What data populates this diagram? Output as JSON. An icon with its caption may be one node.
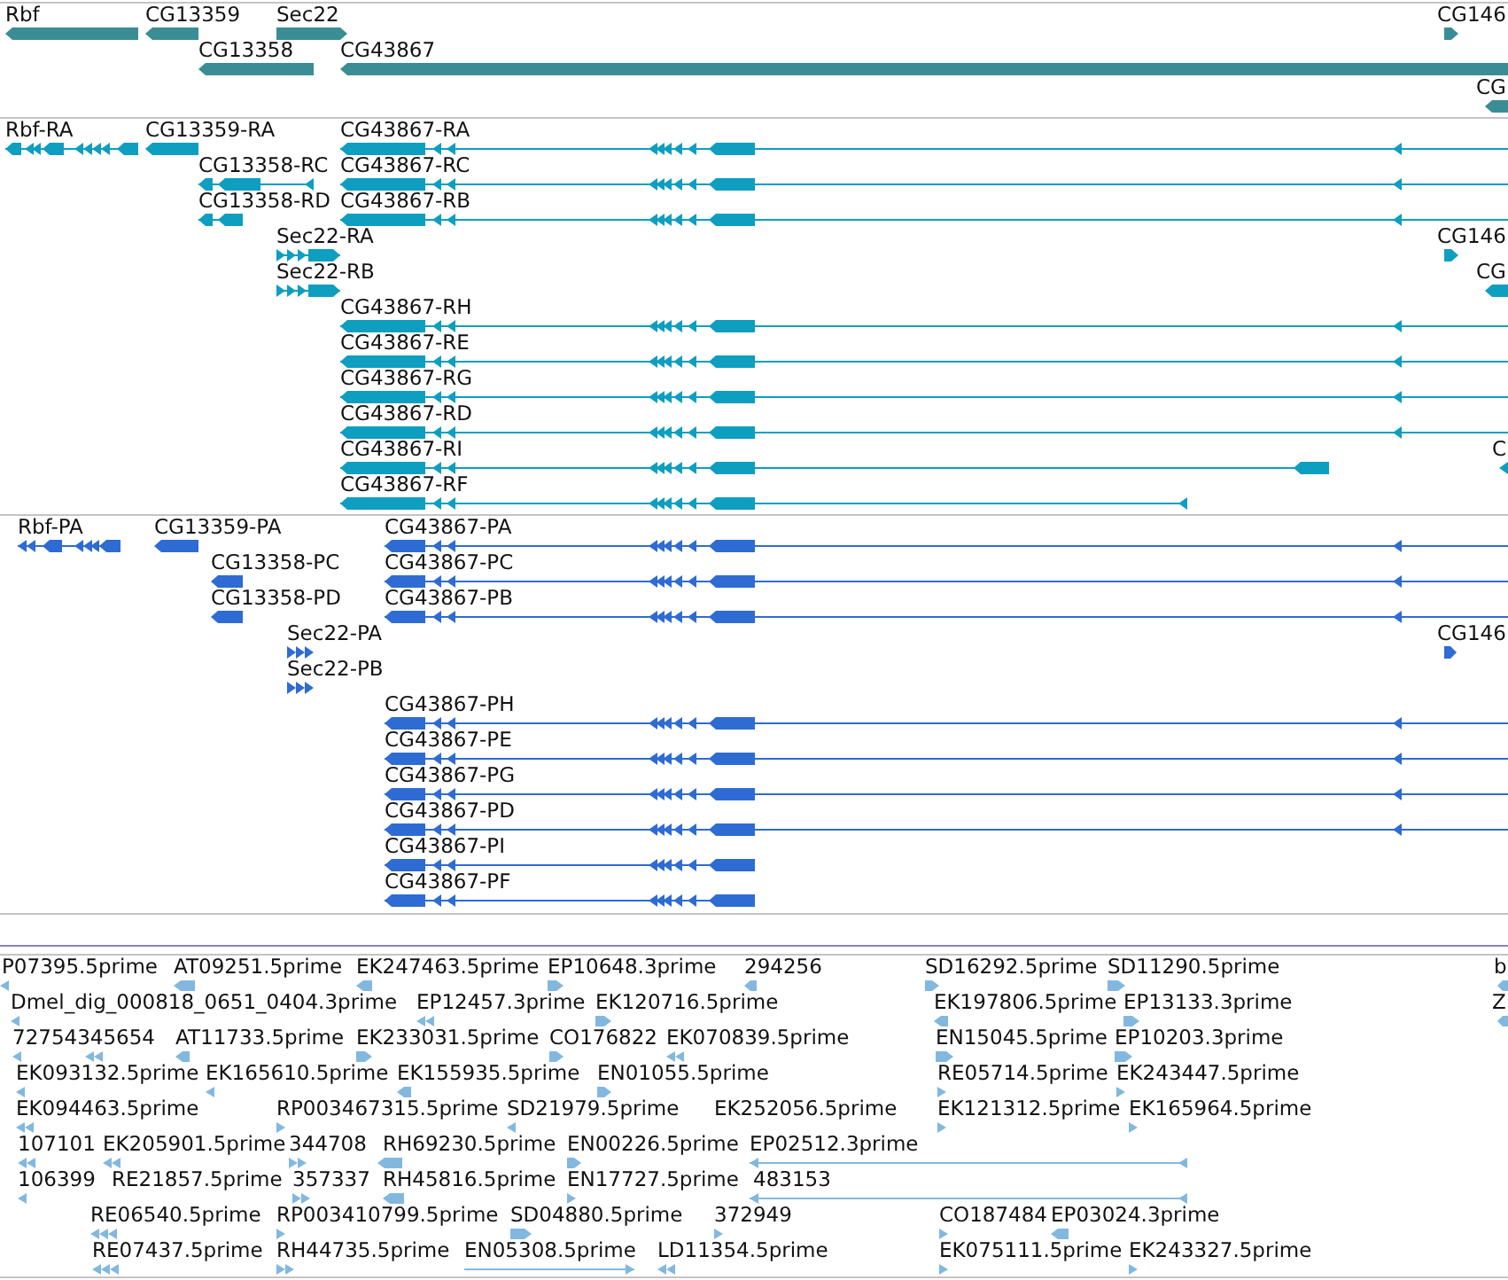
{
  "diagram": {
    "labels": [
      "Rbf",
      "CG13359",
      "Sec22",
      "CG146",
      "CG13358",
      "CG43867",
      "CG",
      "Rbf-RA",
      "CG13359-RA",
      "CG43867-RA",
      "CG13358-RC",
      "CG43867-RC",
      "CG13358-RD",
      "CG43867-RB",
      "Sec22-RA",
      "CG146",
      "Sec22-RB",
      "CG",
      "CG43867-RH",
      "CG43867-RE",
      "CG43867-RG",
      "CG43867-RD",
      "CG43867-RI",
      "C",
      "CG43867-RF",
      "Rbf-PA",
      "CG13359-PA",
      "CG43867-PA",
      "CG13358-PC",
      "CG43867-PC",
      "CG13358-PD",
      "CG43867-PB",
      "Sec22-PA",
      "CG146",
      "Sec22-PB",
      "CG43867-PH",
      "CG43867-PE",
      "CG43867-PG",
      "CG43867-PD",
      "CG43867-PI",
      "CG43867-PF",
      "P07395.5prime",
      "AT09251.5prime",
      "EK247463.5prime",
      "EP10648.3prime",
      "294256",
      "SD16292.5prime",
      "SD11290.5prime",
      "b",
      "Dmel_dig_000818_0651_0404.3prime",
      "EP12457.3prime",
      "EK120716.5prime",
      "EK197806.5prime",
      "EP13133.3prime",
      "Z",
      "72754345654",
      "AT11733.5prime",
      "EK233031.5prime",
      "CO176822",
      "EK070839.5prime",
      "EN15045.5prime",
      "EP10203.3prime",
      "EK093132.5prime",
      "EK165610.5prime",
      "EK155935.5prime",
      "EN01055.5prime",
      "RE05714.5prime",
      "EK243447.5prime",
      "EK094463.5prime",
      "RP003467315.5prime",
      "SD21979.5prime",
      "EK252056.5prime",
      "EK121312.5prime",
      "EK165964.5prime",
      "107101",
      "EK205901.5prime",
      "344708",
      "RH69230.5prime",
      "EN00226.5prime",
      "EP02512.3prime",
      "106399",
      "RE21857.5prime",
      "357337",
      "RH45816.5prime",
      "EN17727.5prime",
      "483153",
      "RE06540.5prime",
      "RP003410799.5prime",
      "SD04880.5prime",
      "372949",
      "CO187484",
      "EP03024.3prime",
      "RE07437.5prime",
      "RH44735.5prime",
      "EN05308.5prime",
      "LD11354.5prime",
      "EK075111.5prime",
      "EK243327.5prime"
    ]
  }
}
